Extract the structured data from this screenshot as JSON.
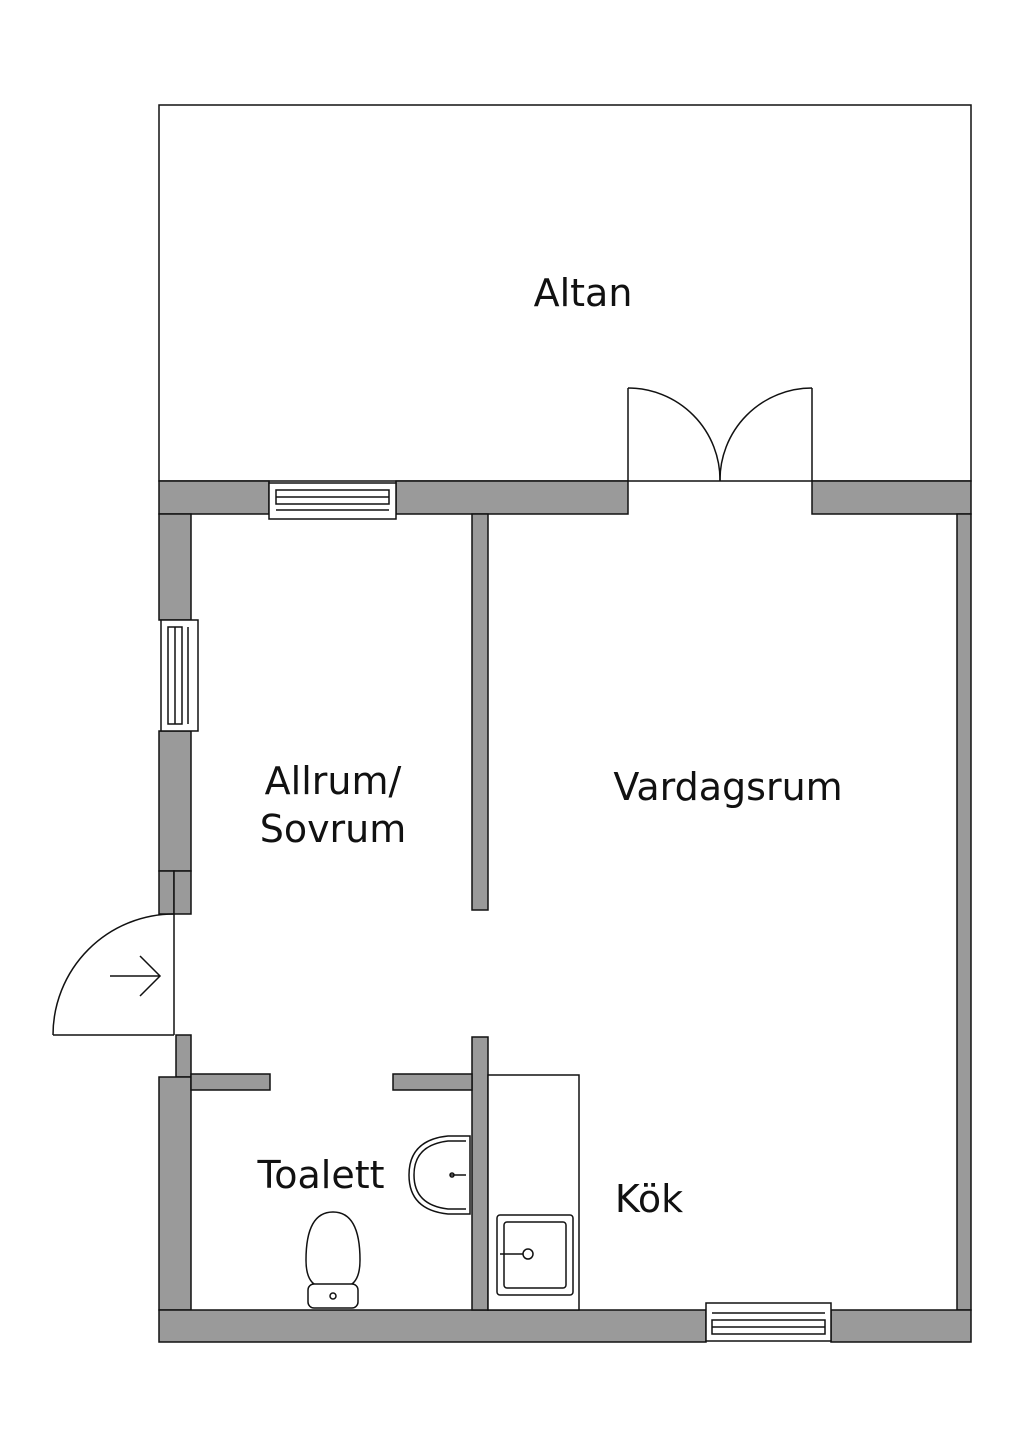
{
  "rooms": {
    "altan": "Altan",
    "allrum_line1": "Allrum/",
    "allrum_line2": "Sovrum",
    "vardagsrum": "Vardagsrum",
    "toalett": "Toalett",
    "kok": "Kök"
  },
  "colors": {
    "wall_fill": "#9a9a9a",
    "line": "#111111",
    "background": "#ffffff"
  },
  "icons": [
    "entrance-arrow-icon",
    "toilet-icon",
    "washbasin-icon",
    "kitchen-sink-icon"
  ]
}
